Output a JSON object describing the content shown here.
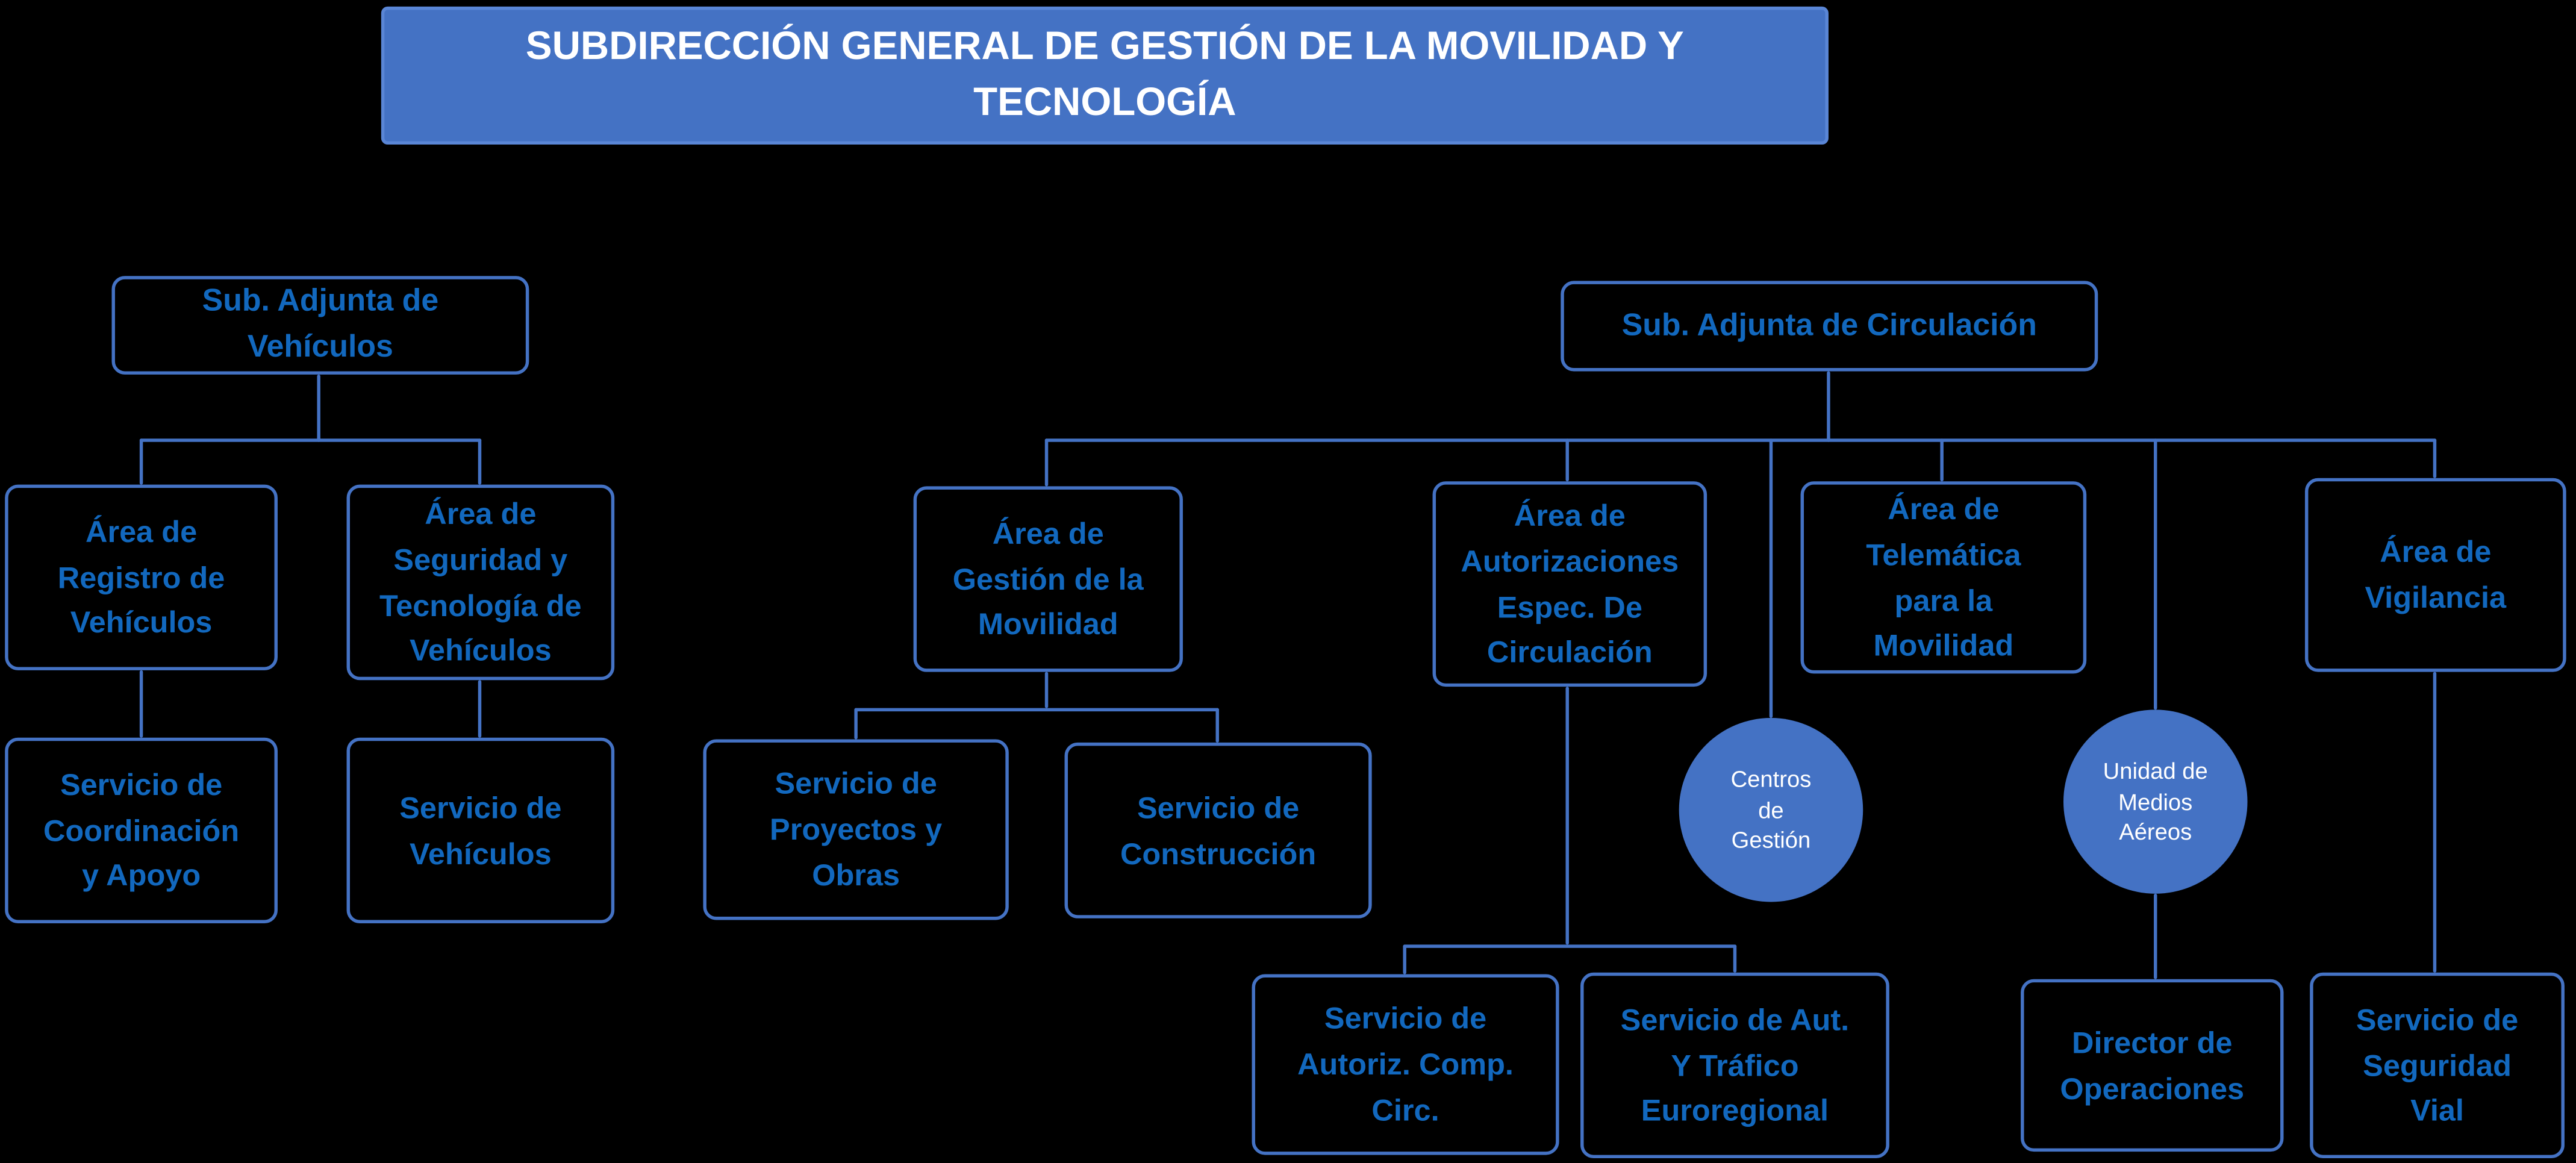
{
  "title": {
    "lines": [
      "SUBDIRECCIÓN GENERAL DE GESTIÓN DE LA MOVILIDAD Y",
      "TECNOLOGÍA"
    ]
  },
  "colors": {
    "background": "#000000",
    "accent": "#4472C4",
    "banner_border": "#5a86d6",
    "node_text": "#1268BE",
    "title_text": "#FFFFFF",
    "circle_text": "#FFFFFF"
  },
  "nodes": {
    "sub_vehiculos": {
      "lines": [
        "Sub. Adjunta de",
        "Vehículos"
      ]
    },
    "sub_circulacion": {
      "lines": [
        "Sub. Adjunta de Circulación"
      ]
    },
    "area_registro": {
      "lines": [
        "Área de",
        "Registro de",
        "Vehículos"
      ]
    },
    "area_seguridad": {
      "lines": [
        "Área de",
        "Seguridad y",
        "Tecnología de",
        "Vehículos"
      ]
    },
    "area_gestion": {
      "lines": [
        "Área de",
        "Gestión de la",
        "Movilidad"
      ]
    },
    "area_autorizaciones": {
      "lines": [
        "Área de",
        "Autorizaciones",
        "Espec. De",
        "Circulación"
      ]
    },
    "area_telematica": {
      "lines": [
        "Área de",
        "Telemática",
        "para la",
        "Movilidad"
      ]
    },
    "area_vigilancia": {
      "lines": [
        "Área de",
        "Vigilancia"
      ]
    },
    "serv_coordinacion": {
      "lines": [
        "Servicio de",
        "Coordinación",
        "y Apoyo"
      ]
    },
    "serv_vehiculos": {
      "lines": [
        "Servicio de",
        "Vehículos"
      ]
    },
    "serv_proyectos": {
      "lines": [
        "Servicio de",
        "Proyectos y",
        "Obras"
      ]
    },
    "serv_construccion": {
      "lines": [
        "Servicio de",
        "Construcción"
      ]
    },
    "serv_autoriz_comp": {
      "lines": [
        "Servicio de",
        "Autoriz. Comp.",
        "Circ."
      ]
    },
    "serv_aut_trafico": {
      "lines": [
        "Servicio de Aut.",
        "Y Tráfico",
        "Euroregional"
      ]
    },
    "director_operaciones": {
      "lines": [
        "Director de",
        "Operaciones"
      ]
    },
    "serv_seguridad_vial": {
      "lines": [
        "Servicio de",
        "Seguridad",
        "Vial"
      ]
    },
    "centros_gestion": {
      "lines": [
        "Centros",
        "de",
        "Gestión"
      ]
    },
    "unidad_medios": {
      "lines": [
        "Unidad de",
        "Medios",
        "Aéreos"
      ]
    }
  }
}
